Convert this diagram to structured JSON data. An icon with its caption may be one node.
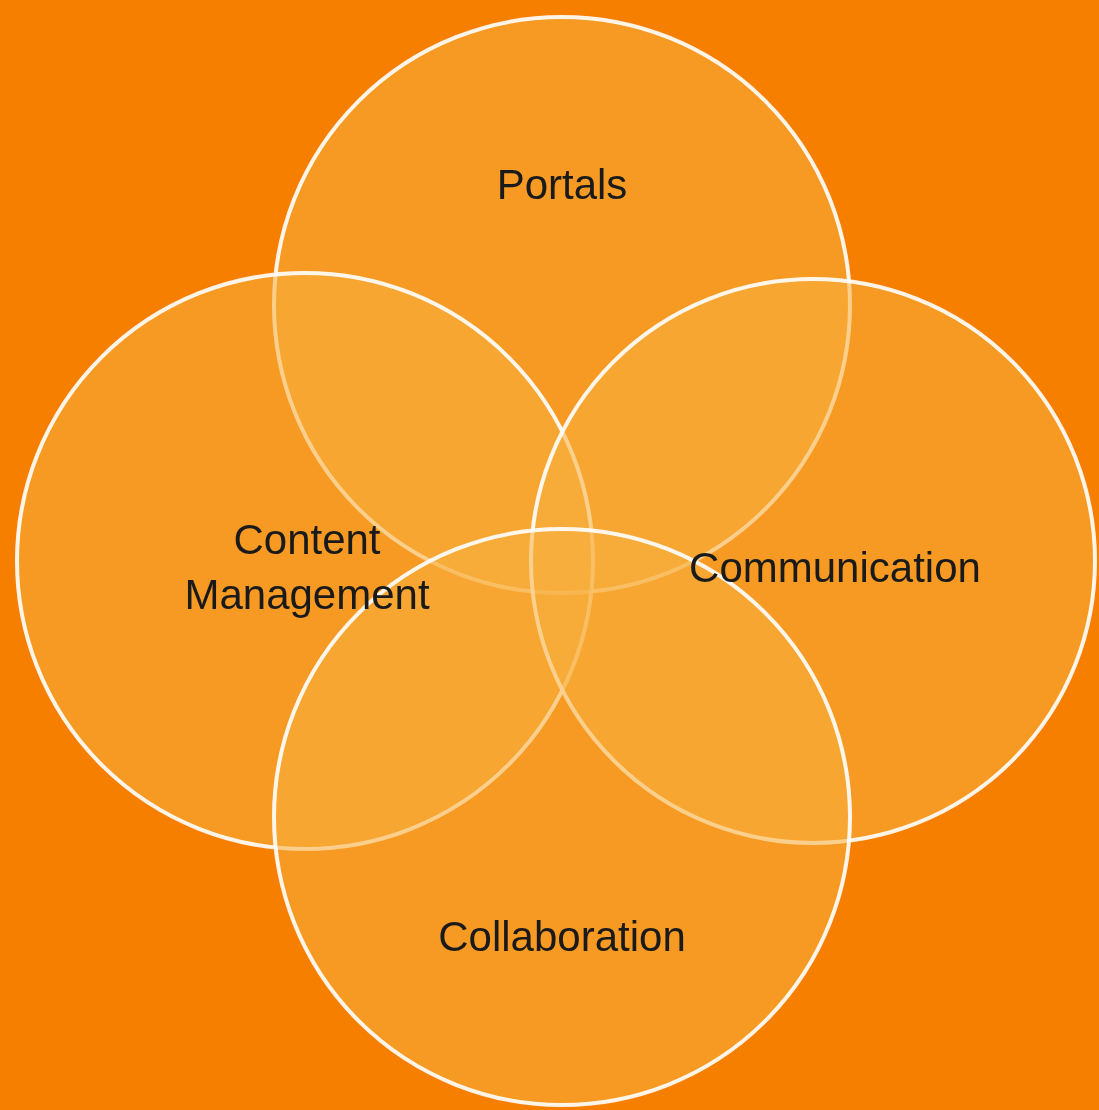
{
  "diagram": {
    "nodes": [
      {
        "text": [
          "Portals"
        ]
      },
      {
        "text": [
          "Content Management"
        ]
      },
      {
        "text": [
          "Communication"
        ]
      },
      {
        "text": [
          "Collaboration"
        ]
      }
    ]
  }
}
